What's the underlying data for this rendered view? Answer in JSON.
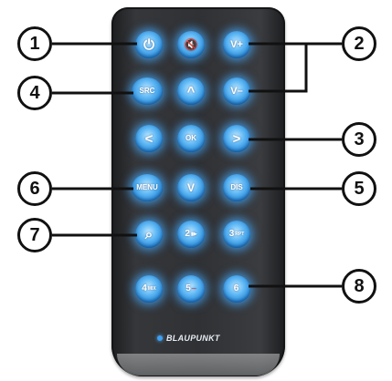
{
  "remote": {
    "brand": "BLAUPUNKT",
    "keys": {
      "power": {
        "icon": "power-icon",
        "glyph": "⏻"
      },
      "mute": {
        "icon": "speaker-mute-icon",
        "glyph": "🔇"
      },
      "vol_up": "V+",
      "src": "SRC",
      "up": "^",
      "vol_down": "V–",
      "left": "<",
      "ok": "OK",
      "right": ">",
      "menu": "MENU",
      "down": "V",
      "dis": "DIS",
      "search": {
        "icon": "search-icon",
        "glyph": "⌕"
      },
      "key2": {
        "num": "2",
        "sub": "▮▶"
      },
      "key3": {
        "num": "3",
        "sub": "RPT"
      },
      "key4": {
        "num": "4",
        "sub": "MIX"
      },
      "key5": {
        "num": "5",
        "sub": "—"
      },
      "key6": {
        "num": "6",
        "sub": ""
      }
    }
  },
  "callouts": [
    "1",
    "2",
    "3",
    "4",
    "5",
    "6",
    "7",
    "8"
  ],
  "colors": {
    "key_blue": "#3a9ef0",
    "body": "#2f3134",
    "callout_border": "#111111"
  }
}
